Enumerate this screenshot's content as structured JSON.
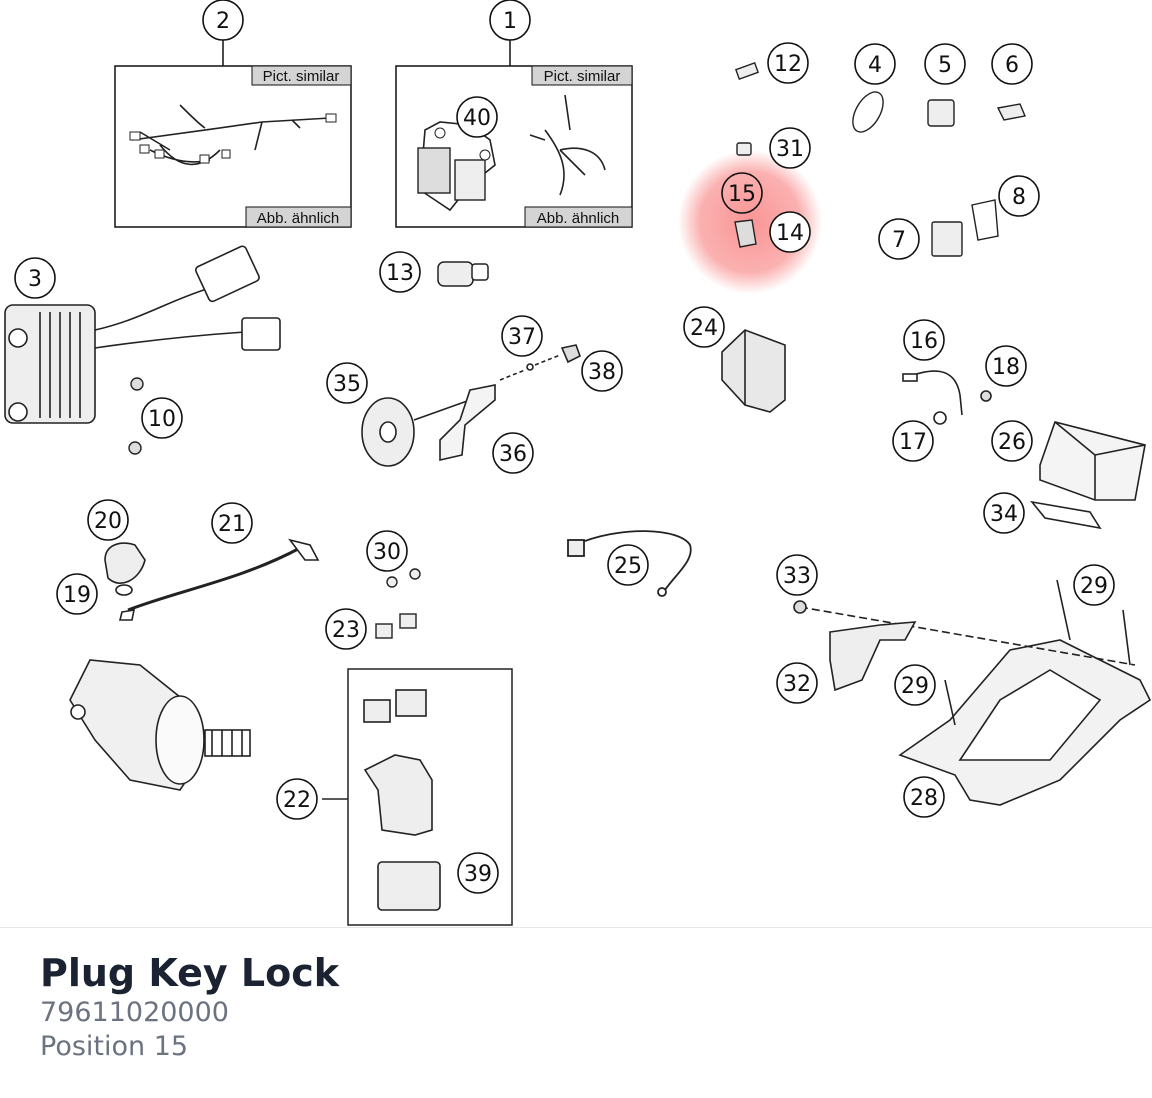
{
  "diagram": {
    "picture_label_en": "Pict. similar",
    "picture_label_de": "Abb. ähnlich",
    "callouts": [
      "1",
      "2",
      "3",
      "4",
      "5",
      "6",
      "7",
      "8",
      "10",
      "12",
      "13",
      "14",
      "15",
      "16",
      "17",
      "18",
      "19",
      "20",
      "21",
      "22",
      "23",
      "24",
      "25",
      "26",
      "28",
      "29",
      "29",
      "30",
      "31",
      "32",
      "33",
      "34",
      "35",
      "36",
      "37",
      "38",
      "39",
      "40"
    ],
    "highlighted_callout": "15",
    "highlight_color": "#f87171"
  },
  "part": {
    "name": "Plug Key Lock",
    "number": "79611020000",
    "position": "Position 15"
  }
}
